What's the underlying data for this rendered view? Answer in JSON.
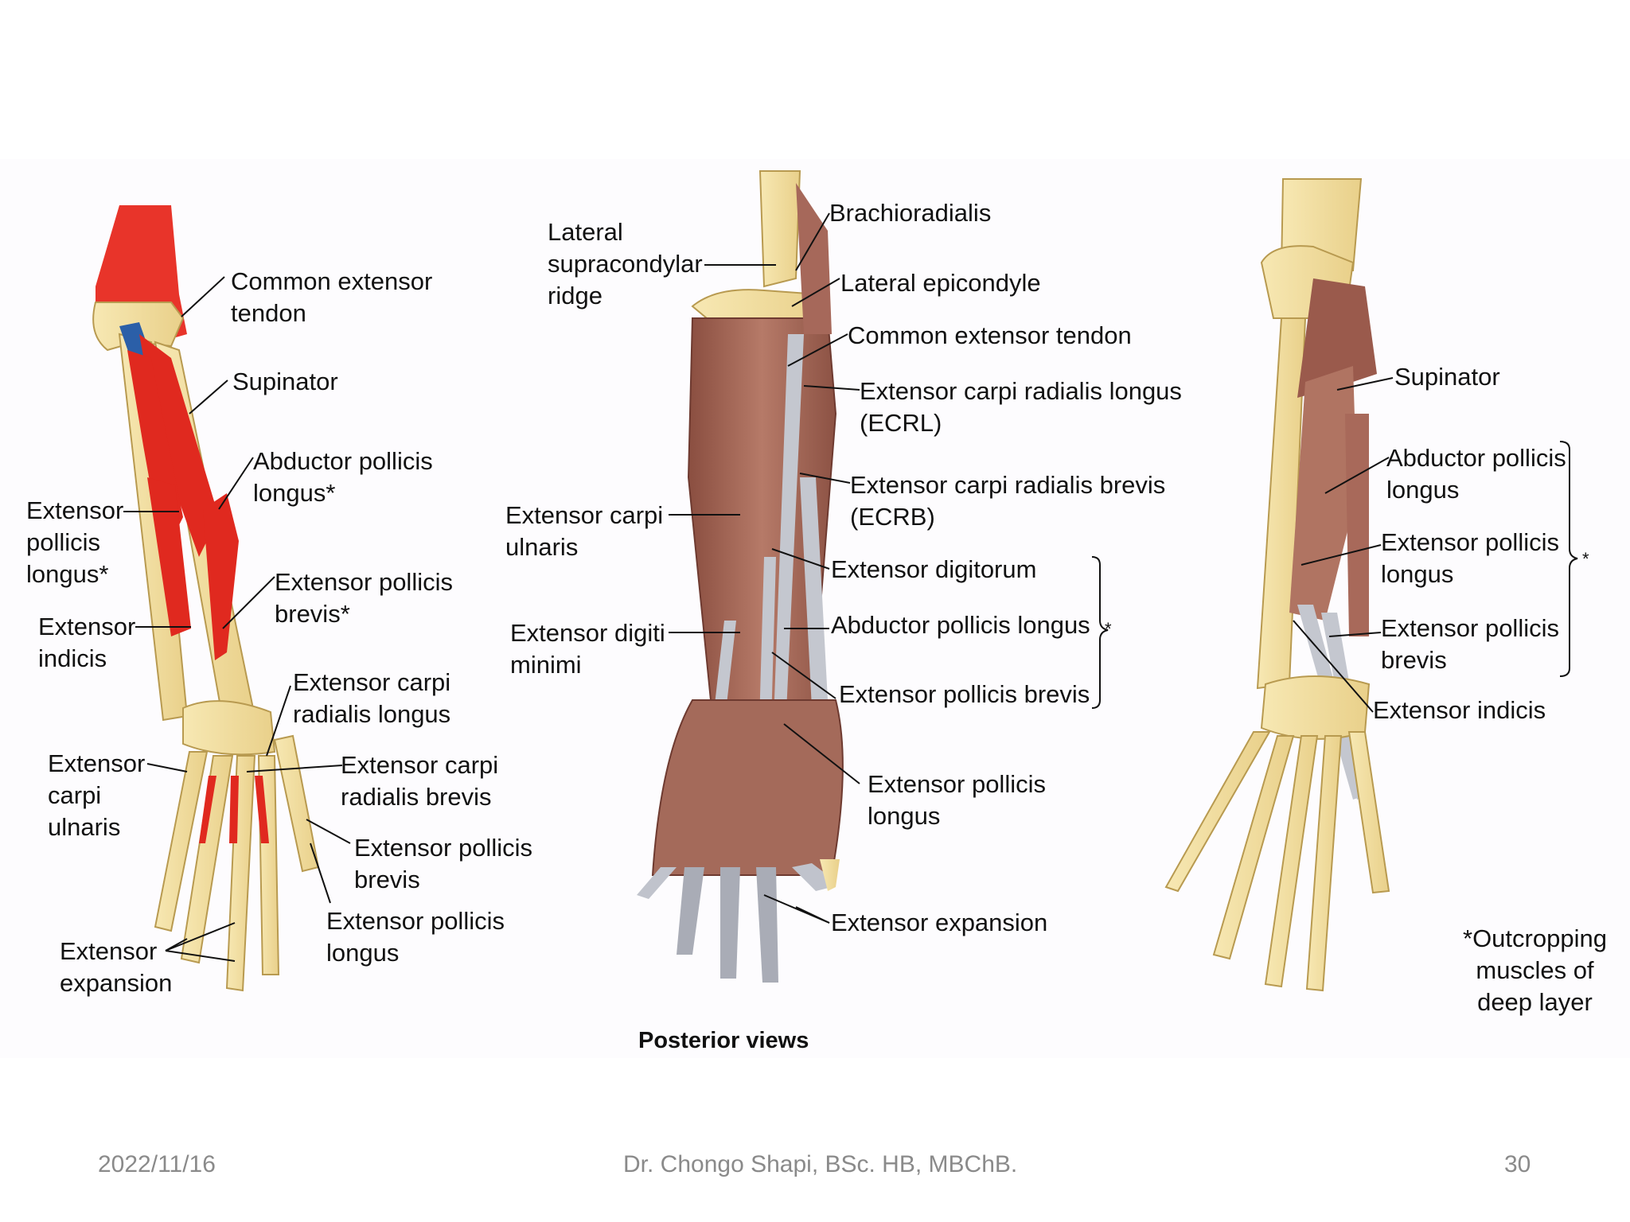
{
  "diagram": {
    "left_labels": {
      "common_extensor_tendon": [
        "Common extensor",
        "tendon"
      ],
      "supinator": [
        "Supinator"
      ],
      "abductor_pollicis_longus": [
        "Abductor pollicis",
        "longus*"
      ],
      "extensor_pollicis_longus": [
        "Extensor",
        "pollicis",
        "longus*"
      ],
      "extensor_pollicis_brevis": [
        "Extensor pollicis",
        "brevis*"
      ],
      "extensor_indicis": [
        "Extensor",
        "indicis"
      ],
      "extensor_carpi_radialis_longus": [
        "Extensor carpi",
        "radialis longus"
      ],
      "extensor_carpi_ulnaris": [
        "Extensor",
        "carpi",
        "ulnaris"
      ],
      "extensor_carpi_radialis_brevis": [
        "Extensor carpi",
        "radialis brevis"
      ],
      "extensor_pollicis_brevis_2": [
        "Extensor pollicis",
        "brevis"
      ],
      "extensor_pollicis_longus_2": [
        "Extensor pollicis",
        "longus"
      ],
      "extensor_expansion": [
        "Extensor",
        "expansion"
      ]
    },
    "middle_labels": {
      "lateral_supracondylar_ridge": [
        "Lateral",
        "supracondylar",
        "ridge"
      ],
      "brachioradialis": [
        "Brachioradialis"
      ],
      "lateral_epicondyle": [
        "Lateral epicondyle"
      ],
      "common_extensor_tendon": [
        "Common extensor tendon"
      ],
      "ecrl": [
        "Extensor carpi radialis longus",
        "(ECRL)"
      ],
      "ecrb": [
        "Extensor carpi radialis brevis",
        "(ECRB)"
      ],
      "extensor_carpi_ulnaris": [
        "Extensor carpi",
        "ulnaris"
      ],
      "extensor_digitorum": [
        "Extensor digitorum"
      ],
      "extensor_digiti_minimi": [
        "Extensor digiti",
        "minimi"
      ],
      "abductor_pollicis_longus": [
        "Abductor pollicis longus"
      ],
      "extensor_pollicis_brevis": [
        "Extensor pollicis brevis"
      ],
      "extensor_pollicis_longus": [
        "Extensor pollicis",
        "longus"
      ],
      "extensor_expansion": [
        "Extensor expansion"
      ],
      "star": "*"
    },
    "right_labels": {
      "supinator": [
        "Supinator"
      ],
      "abductor_pollicis_longus": [
        "Abductor pollicis",
        "longus"
      ],
      "extensor_pollicis_longus": [
        "Extensor pollicis",
        "longus"
      ],
      "extensor_pollicis_brevis": [
        "Extensor pollicis",
        "brevis"
      ],
      "extensor_indicis": [
        "Extensor indicis"
      ],
      "star": "*",
      "note": [
        "*Outcropping",
        "muscles of",
        "deep layer"
      ]
    },
    "caption": "Posterior views"
  },
  "footer": {
    "date": "2022/11/16",
    "author": "Dr. Chongo Shapi, BSc. HB, MBChB.",
    "page": "30"
  },
  "colors": {
    "bone": "#f5e3a8",
    "muscle_red": "#e0291f",
    "muscle_blue": "#2b5fa8",
    "muscle_brown": "#9a5a4c",
    "tendon": "#c4c7cf"
  }
}
